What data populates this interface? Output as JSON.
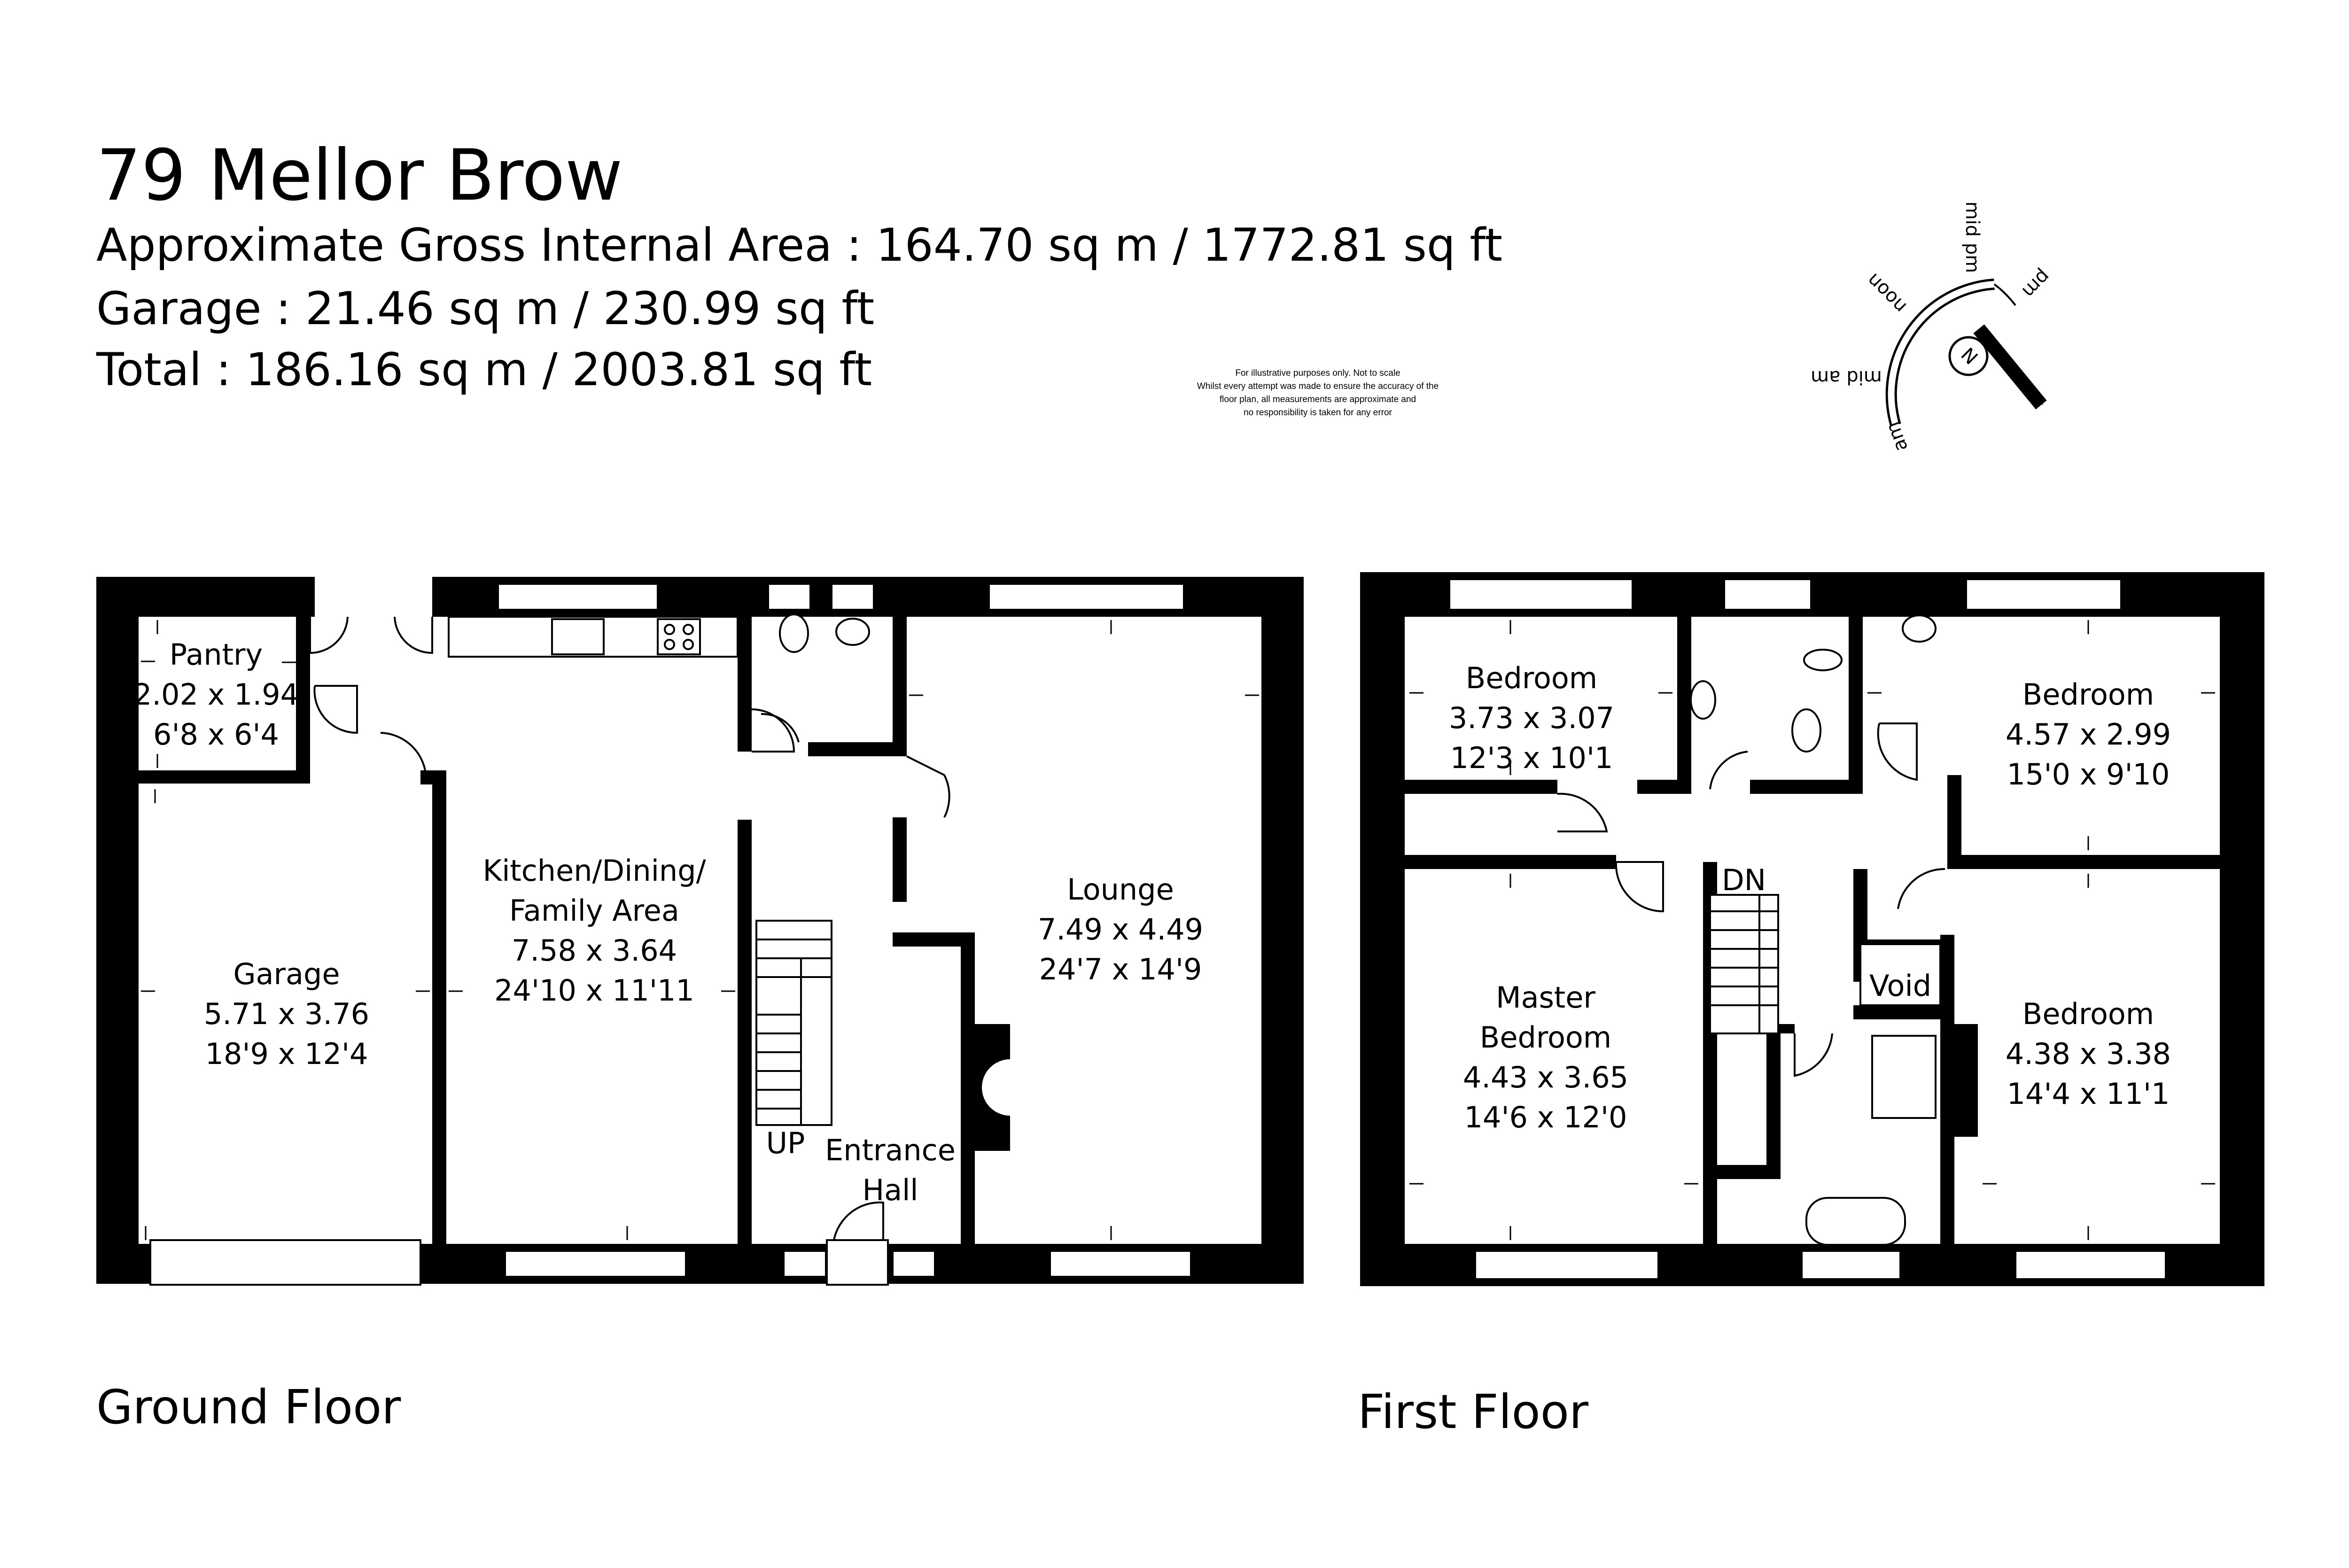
{
  "title": "79 Mellor Brow",
  "areas": [
    "Approximate Gross Internal Area : 164.70 sq m / 1772.81 sq ft",
    "Garage : 21.46 sq m / 230.99 sq ft",
    "Total : 186.16 sq m / 2003.81 sq ft"
  ],
  "disclaimer": [
    "For illustrative purposes only. Not to scale",
    "Whilst every attempt was made to ensure the accuracy of the",
    "floor plan, all measurements are approximate and",
    "no responsibility is taken for any error"
  ],
  "compass": {
    "north": "N",
    "labels": [
      "mid pm",
      "pm",
      "noon",
      "mid am",
      "am"
    ]
  },
  "floors": {
    "ground": {
      "label": "Ground Floor",
      "rooms": {
        "pantry": [
          "Pantry",
          "2.02 x 1.94",
          "6'8 x 6'4"
        ],
        "garage": [
          "Garage",
          "5.71 x 3.76",
          "18'9 x 12'4"
        ],
        "kitchen": [
          "Kitchen/Dining/",
          "Family Area",
          "7.58 x 3.64",
          "24'10 x 11'11"
        ],
        "lounge": [
          "Lounge",
          "7.49 x 4.49",
          "24'7 x 14'9"
        ],
        "hall": [
          "Entrance",
          "Hall"
        ],
        "stairs": "UP"
      }
    },
    "first": {
      "label": "First Floor",
      "rooms": {
        "bed1": [
          "Bedroom",
          "3.73 x 3.07",
          "12'3 x 10'1"
        ],
        "bed2": [
          "Bedroom",
          "4.57 x 2.99",
          "15'0 x 9'10"
        ],
        "master": [
          "Master",
          "Bedroom",
          "4.43 x 3.65",
          "14'6 x 12'0"
        ],
        "bed3": [
          "Bedroom",
          "4.38 x 3.38",
          "14'4 x 11'1"
        ],
        "void": "Void",
        "stairs": "DN"
      }
    }
  }
}
